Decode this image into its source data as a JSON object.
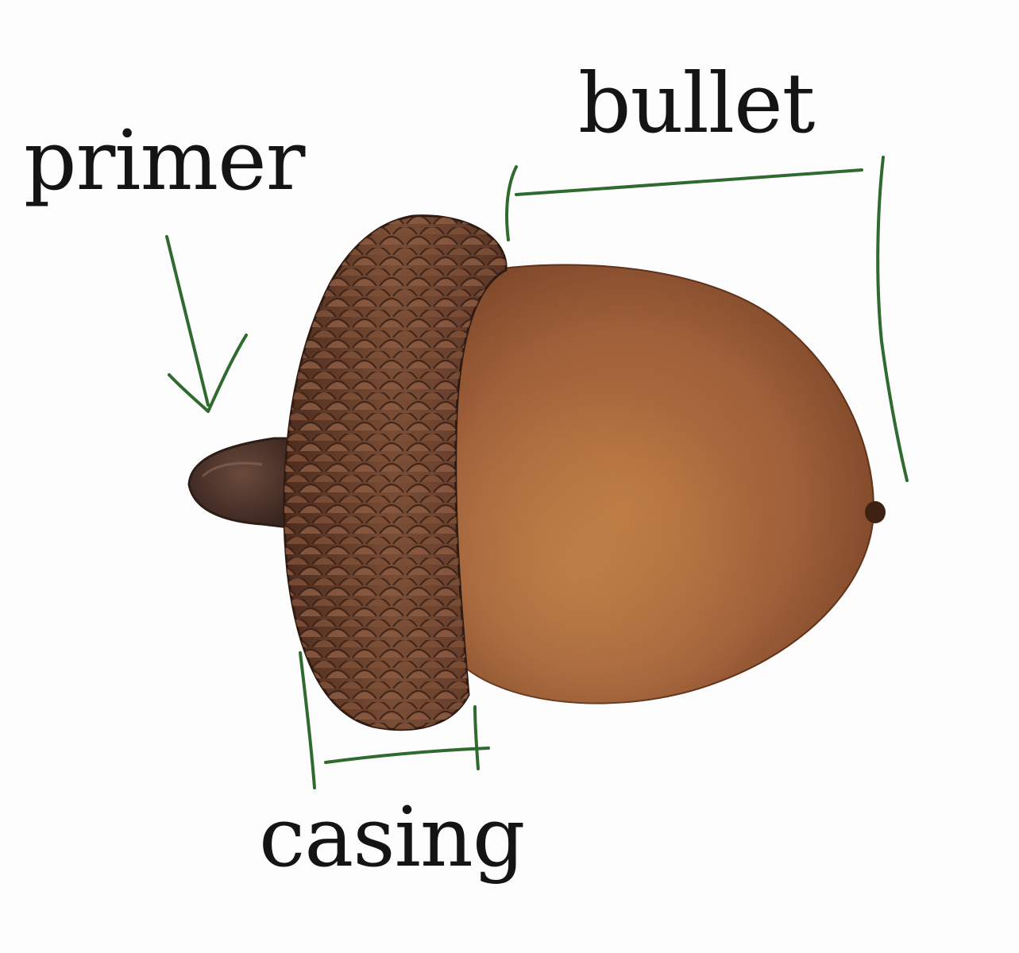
{
  "labels": {
    "primer": "primer",
    "bullet": "bullet",
    "casing": "casing"
  },
  "subject": "acorn",
  "colors": {
    "annotation_ink": "#2f6b2f",
    "text": "#141414",
    "background": "#fdfdfd",
    "nut": "#a5643a",
    "cap": "#6b4430"
  },
  "icons": [
    "acorn-cap",
    "acorn-nut",
    "acorn-stem"
  ]
}
